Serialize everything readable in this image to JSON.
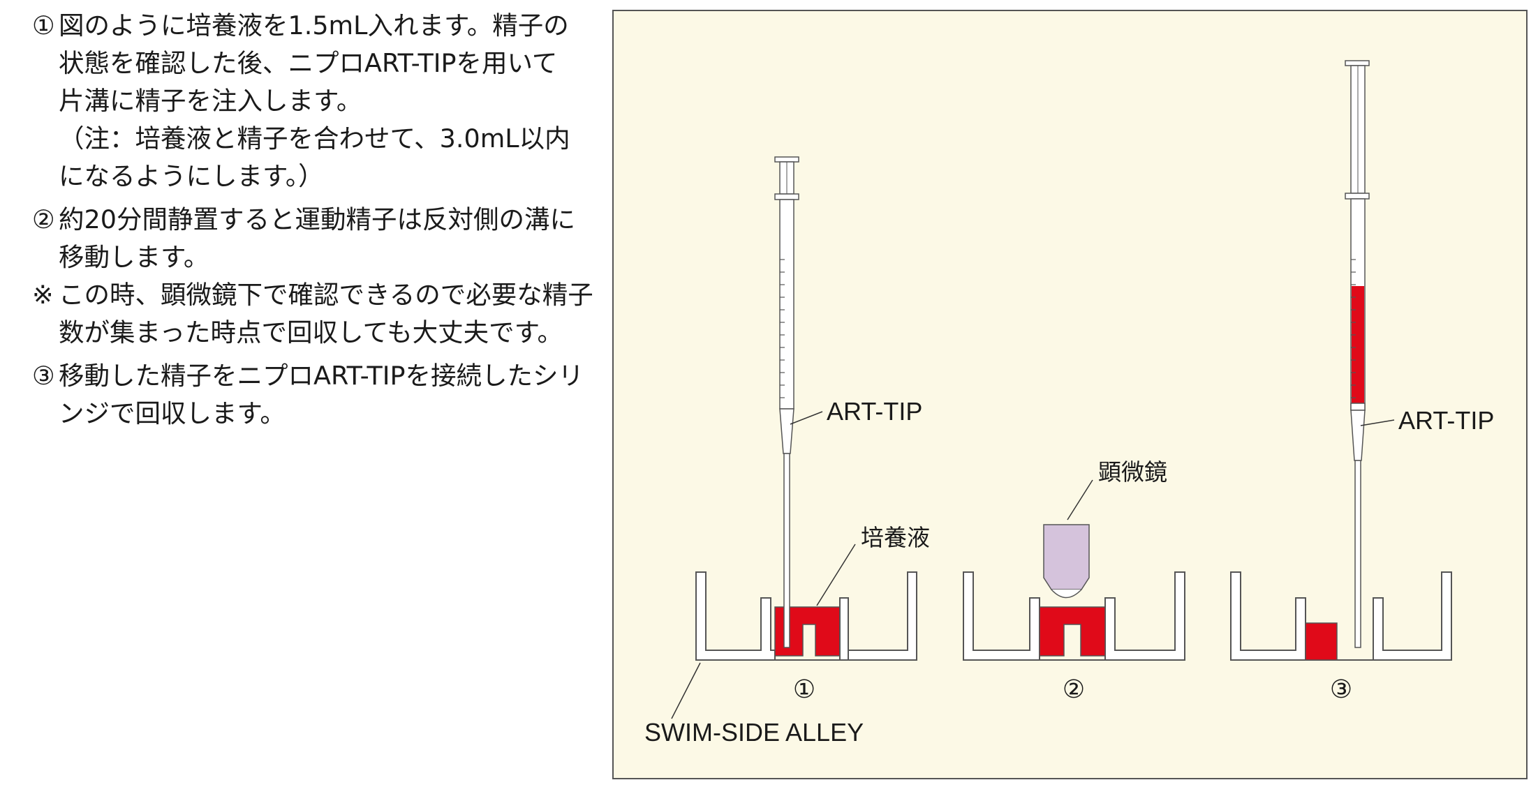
{
  "instructions": [
    {
      "marker": "①",
      "lines": [
        "図のように培養液を1.5mL入れます。精子の",
        "状態を確認した後、ニプロART-TIPを用いて",
        "片溝に精子を注入します。",
        "（注：培養液と精子を合わせて、3.0mL以内",
        "になるようにします。）"
      ]
    },
    {
      "marker": "②",
      "lines": [
        "約20分間静置すると運動精子は反対側の溝に",
        "移動します。"
      ]
    },
    {
      "marker": "※",
      "lines": [
        "この時、顕微鏡下で確認できるので必要な精子",
        "数が集まった時点で回収しても大丈夫です。"
      ]
    },
    {
      "marker": "③",
      "lines": [
        "移動した精子をニプロART-TIPを接続したシリ",
        "ンジで回収します。"
      ]
    }
  ],
  "figure": {
    "panel_background": "#fcf9e6",
    "fluid_color": "#e00a19",
    "microscope_color": "#d5c3dc",
    "labels": {
      "art_tip_1": "ART-TIP",
      "art_tip_3": "ART-TIP",
      "medium": "培養液",
      "microscope": "顕微鏡",
      "swim_side_alley": "SWIM-SIDE ALLEY"
    },
    "step_numbers": [
      "①",
      "②",
      "③"
    ]
  }
}
